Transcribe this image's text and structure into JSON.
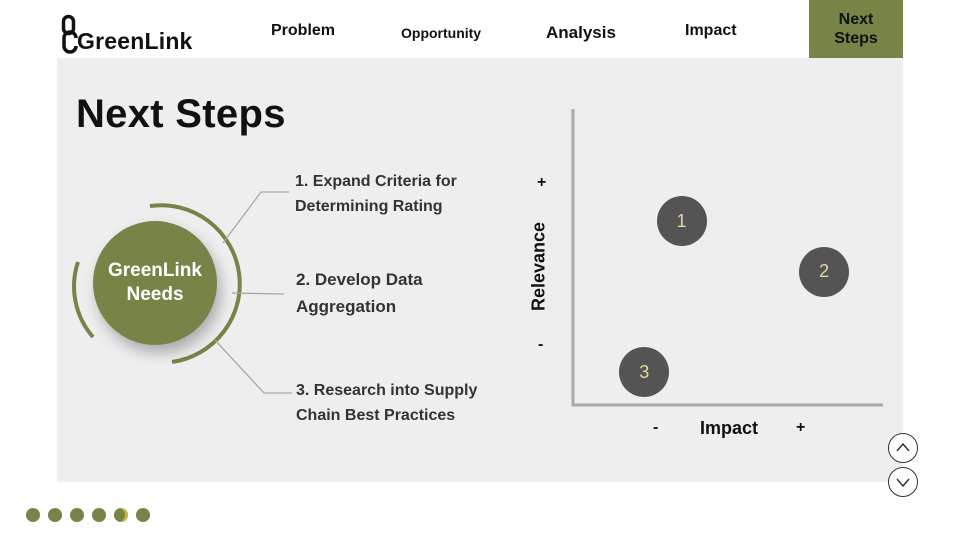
{
  "brand": {
    "name": "GreenLink",
    "accent_color": "#778448"
  },
  "nav": {
    "items": [
      {
        "label": "Problem"
      },
      {
        "label": "Opportunity"
      },
      {
        "label": "Analysis"
      },
      {
        "label": "Impact"
      }
    ],
    "active": {
      "line1": "Next",
      "line2": "Steps"
    }
  },
  "slide": {
    "title": "Next Steps",
    "hub": {
      "line1": "GreenLink",
      "line2": "Needs"
    },
    "steps": [
      {
        "line1": "1. Expand Criteria for",
        "line2": "Determining Rating"
      },
      {
        "line1": "2. Develop Data",
        "line2": "Aggregation"
      },
      {
        "line1": "3. Research into Supply",
        "line2": "Chain Best Practices"
      }
    ]
  },
  "matrix": {
    "x_label": "Impact",
    "y_label": "Relevance",
    "x_minus": "-",
    "x_plus": "+",
    "y_minus": "-",
    "y_plus": "+",
    "points": [
      {
        "label": "1",
        "impact": 0.35,
        "relevance": 0.62
      },
      {
        "label": "2",
        "impact": 0.81,
        "relevance": 0.45
      },
      {
        "label": "3",
        "impact": 0.23,
        "relevance": 0.11
      }
    ]
  },
  "controls": {
    "up_icon": "chevron-up-icon",
    "down_icon": "chevron-down-icon"
  },
  "pagination": {
    "count": 6,
    "current": 5
  }
}
